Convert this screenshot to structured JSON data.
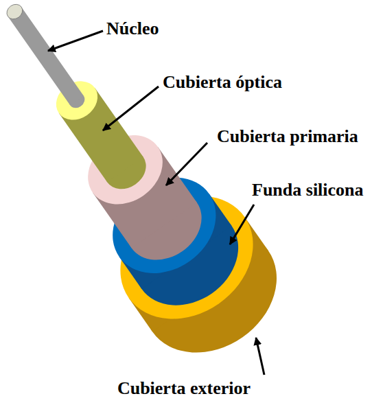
{
  "diagram": {
    "labels": [
      "Núcleo",
      "Cubierta óptica",
      "Cubierta primaria",
      "Funda silicona",
      "Cubierta exterior"
    ]
  }
}
